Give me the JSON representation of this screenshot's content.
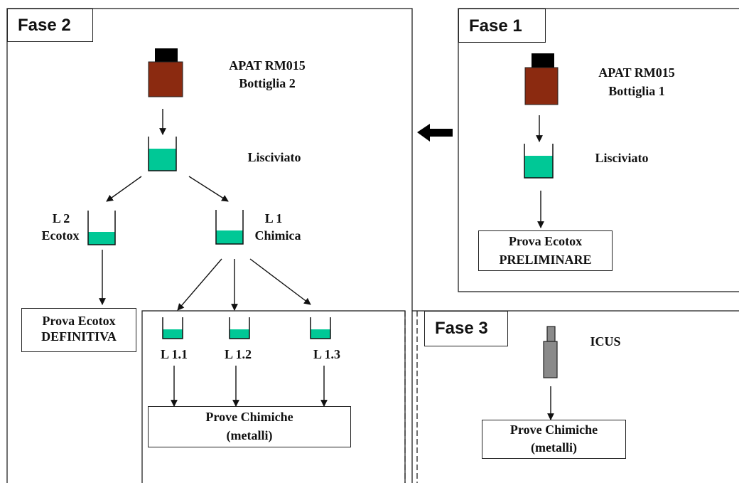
{
  "phases": {
    "fase1": {
      "title": "Fase 1",
      "sample_line1": "APAT RM015",
      "sample_line2": "Bottiglia 1",
      "leachate": "Lisciviato",
      "test_line1": "Prova Ecotox",
      "test_line2": "PRELIMINARE"
    },
    "fase2": {
      "title": "Fase 2",
      "sample_line1": "APAT RM015",
      "sample_line2": "Bottiglia 2",
      "leachate": "Lisciviato",
      "l2_line1": "L 2",
      "l2_line2": "Ecotox",
      "l1_line1": "L 1",
      "l1_line2": "Chimica",
      "ecotox_test_line1": "Prova Ecotox",
      "ecotox_test_line2": "DEFINITIVA",
      "subsamples": [
        "L 1.1",
        "L 1.2",
        "L 1.3"
      ],
      "chem_test_line1": "Prove Chimiche",
      "chem_test_line2": "(metalli)"
    },
    "fase3": {
      "title": "Fase 3",
      "sample": "ICUS",
      "chem_test_line1": "Prove Chimiche",
      "chem_test_line2": "(metalli)"
    }
  },
  "colors": {
    "bottle_body": "#8b2a10",
    "bottle_cap": "#000000",
    "liquid": "#00c896",
    "icus_tube": "#8a8a8a"
  }
}
